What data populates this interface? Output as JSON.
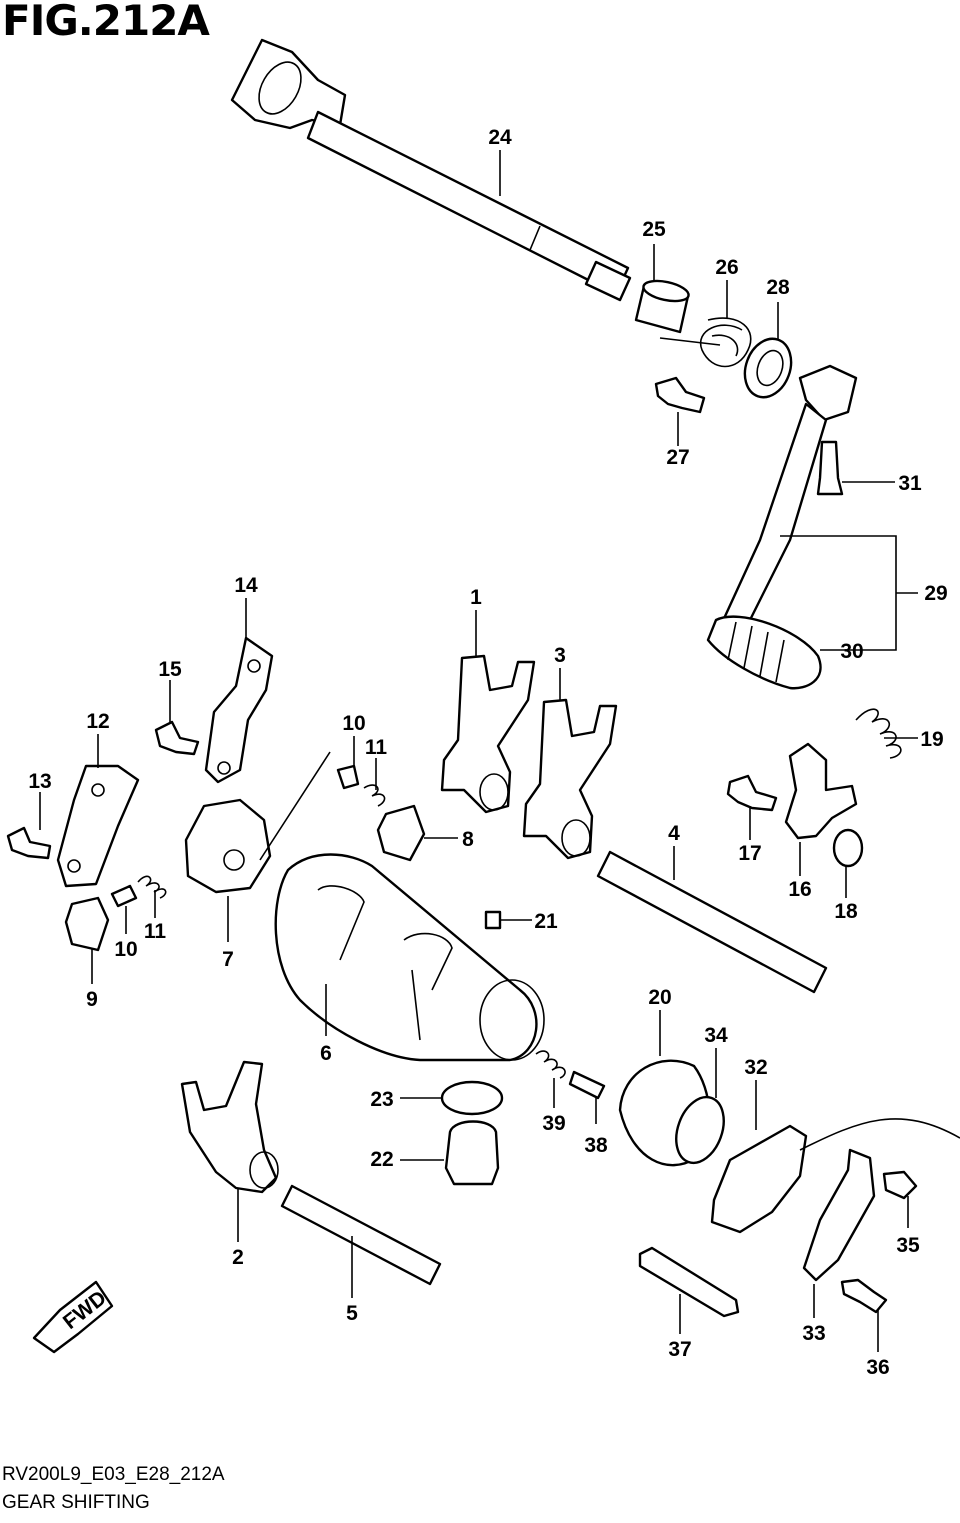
{
  "figure": {
    "title": "FIG.212A",
    "code": "RV200L9_E03_E28_212A",
    "name": "GEAR SHIFTING"
  },
  "direction_marker": "FWD",
  "callouts": [
    "1",
    "2",
    "3",
    "4",
    "5",
    "6",
    "7",
    "8",
    "9",
    "10",
    "10",
    "11",
    "11",
    "12",
    "13",
    "14",
    "15",
    "16",
    "17",
    "18",
    "19",
    "20",
    "21",
    "22",
    "23",
    "24",
    "25",
    "26",
    "27",
    "28",
    "29",
    "30",
    "31",
    "32",
    "33",
    "34",
    "35",
    "36",
    "37",
    "38",
    "39"
  ]
}
